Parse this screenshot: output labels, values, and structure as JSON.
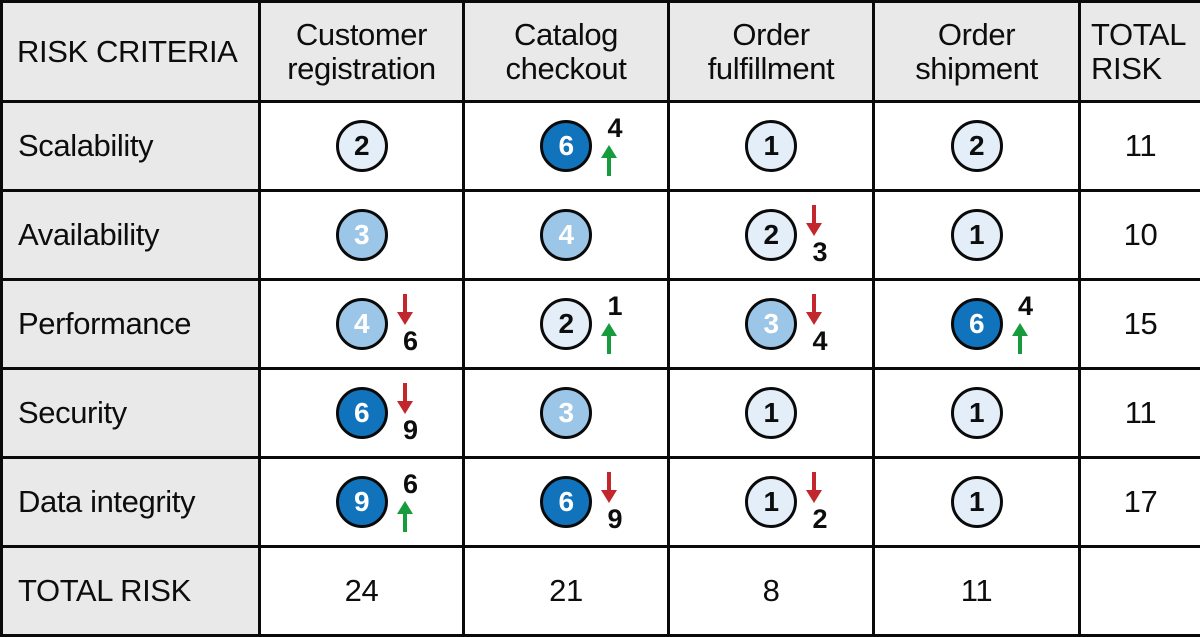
{
  "table": {
    "header": {
      "criteria_label": "RISK CRITERIA",
      "columns": [
        "Customer registration",
        "Catalog checkout",
        "Order fulfillment",
        "Order shipment"
      ],
      "total_label": "TOTAL RISK"
    },
    "rows": [
      {
        "label": "Scalability",
        "total": "11",
        "cells": [
          {
            "value": "2",
            "level": "low"
          },
          {
            "value": "6",
            "level": "high",
            "trend": {
              "dir": "up",
              "value": "4"
            }
          },
          {
            "value": "1",
            "level": "low"
          },
          {
            "value": "2",
            "level": "low"
          }
        ]
      },
      {
        "label": "Availability",
        "total": "10",
        "cells": [
          {
            "value": "3",
            "level": "medium"
          },
          {
            "value": "4",
            "level": "medium"
          },
          {
            "value": "2",
            "level": "low",
            "trend": {
              "dir": "down",
              "value": "3"
            }
          },
          {
            "value": "1",
            "level": "low"
          }
        ]
      },
      {
        "label": "Performance",
        "total": "15",
        "cells": [
          {
            "value": "4",
            "level": "medium",
            "trend": {
              "dir": "down",
              "value": "6"
            }
          },
          {
            "value": "2",
            "level": "low",
            "trend": {
              "dir": "up",
              "value": "1"
            }
          },
          {
            "value": "3",
            "level": "medium",
            "trend": {
              "dir": "down",
              "value": "4"
            }
          },
          {
            "value": "6",
            "level": "high",
            "trend": {
              "dir": "up",
              "value": "4"
            }
          }
        ]
      },
      {
        "label": "Security",
        "total": "11",
        "cells": [
          {
            "value": "6",
            "level": "high",
            "trend": {
              "dir": "down",
              "value": "9"
            }
          },
          {
            "value": "3",
            "level": "medium"
          },
          {
            "value": "1",
            "level": "low"
          },
          {
            "value": "1",
            "level": "low"
          }
        ]
      },
      {
        "label": "Data integrity",
        "total": "17",
        "cells": [
          {
            "value": "9",
            "level": "high",
            "trend": {
              "dir": "up",
              "value": "6"
            }
          },
          {
            "value": "6",
            "level": "high",
            "trend": {
              "dir": "down",
              "value": "9"
            }
          },
          {
            "value": "1",
            "level": "low",
            "trend": {
              "dir": "down",
              "value": "2"
            }
          },
          {
            "value": "1",
            "level": "low"
          }
        ]
      }
    ],
    "footer": {
      "label": "TOTAL RISK",
      "totals": [
        "24",
        "21",
        "8",
        "11"
      ]
    }
  },
  "colors": {
    "risk_low": "#e3eef8",
    "risk_medium": "#9cc6e8",
    "risk_high": "#1173bc",
    "risk_low_text": "#0d0d0d",
    "risk_medium_text": "#ffffff",
    "risk_high_text": "#ffffff",
    "trend_up": "#169c3c",
    "trend_down": "#c1272d",
    "header_bg": "#e9e9e9",
    "border": "#0a0a0a"
  }
}
